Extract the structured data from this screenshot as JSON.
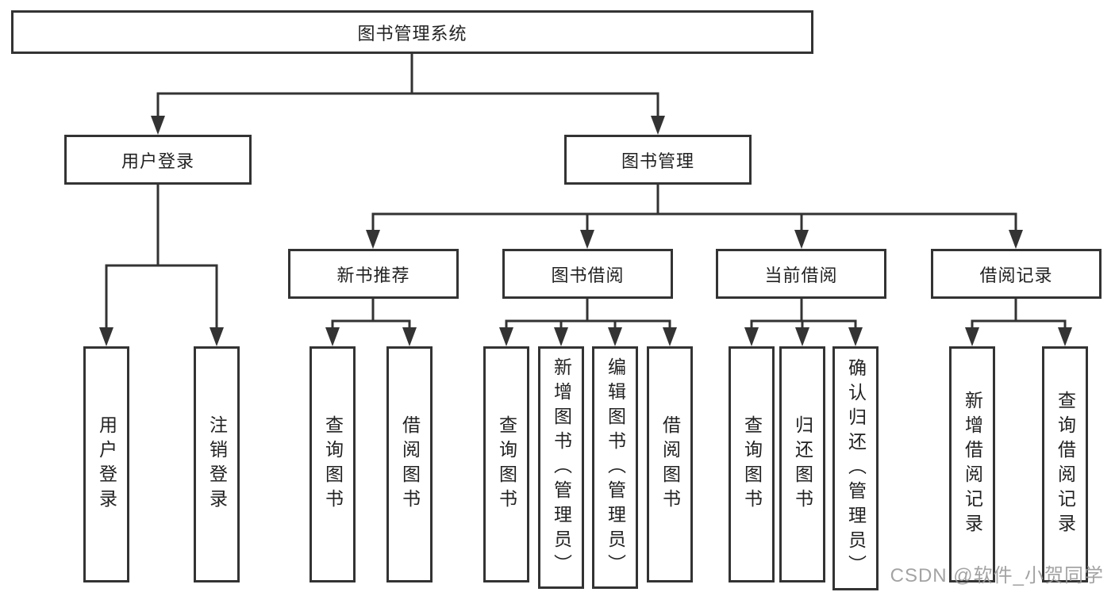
{
  "tree": {
    "root": "图书管理系统",
    "children": [
      {
        "label": "用户登录",
        "children": [
          {
            "label": "用户登录"
          },
          {
            "label": "注销登录"
          }
        ]
      },
      {
        "label": "图书管理",
        "children": [
          {
            "label": "新书推荐",
            "children": [
              {
                "label": "查询图书"
              },
              {
                "label": "借阅图书"
              }
            ]
          },
          {
            "label": "图书借阅",
            "children": [
              {
                "label": "查询图书"
              },
              {
                "label": "新增图书（管理员）"
              },
              {
                "label": "编辑图书（管理员）"
              },
              {
                "label": "借阅图书"
              }
            ]
          },
          {
            "label": "当前借阅",
            "children": [
              {
                "label": "查询图书"
              },
              {
                "label": "归还图书"
              },
              {
                "label": "确认归还（管理员）"
              }
            ]
          },
          {
            "label": "借阅记录",
            "children": [
              {
                "label": "新增借阅记录"
              },
              {
                "label": "查询借阅记录"
              }
            ]
          }
        ]
      }
    ]
  },
  "watermark": "CSDN @软件_小贺同学",
  "colors": {
    "line": "#333333",
    "text": "#222222",
    "watermark": "#9a9a9a"
  }
}
